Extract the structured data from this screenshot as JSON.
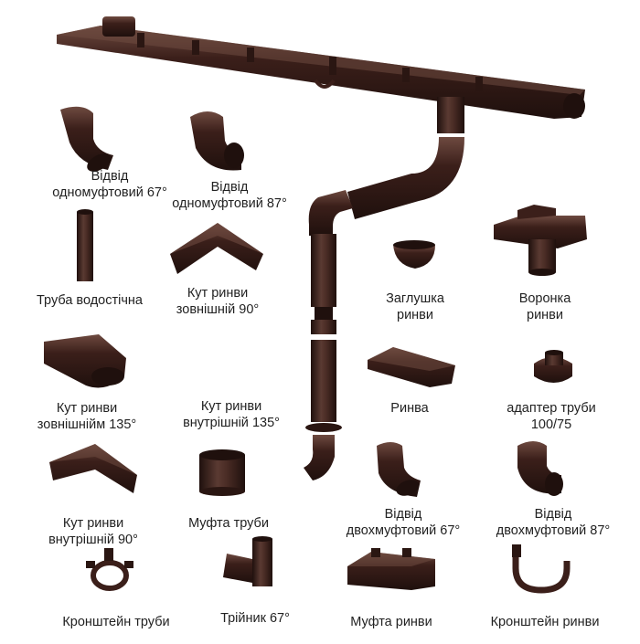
{
  "colors": {
    "pipe": "#3b1f1a",
    "pipe_light": "#6e4a40",
    "pipe_dark": "#1f100d",
    "text": "#222222",
    "background": "#ffffff"
  },
  "parts": [
    {
      "id": "elbow-1socket-67",
      "name": "Відвід\nодномуфтовий 67°"
    },
    {
      "id": "elbow-1socket-87",
      "name": "Відвід\nодномуфтовий 87°"
    },
    {
      "id": "downpipe",
      "name": "Труба водостічна"
    },
    {
      "id": "gutter-outer-90",
      "name": "Кут ринви\nзовнішній 90°"
    },
    {
      "id": "end-cap",
      "name": "Заглушка\nринви"
    },
    {
      "id": "outlet",
      "name": "Воронка\nринви"
    },
    {
      "id": "gutter-outer-135",
      "name": "Кут ринви\nзовнішнійм 135°"
    },
    {
      "id": "gutter-inner-135",
      "name": "Кут ринви\nвнутрішній 135°"
    },
    {
      "id": "gutter",
      "name": "Ринва"
    },
    {
      "id": "pipe-adapter",
      "name": "адаптер труби\n100/75"
    },
    {
      "id": "gutter-inner-90",
      "name": "Кут ринви\nвнутрішній 90°"
    },
    {
      "id": "pipe-coupling",
      "name": "Муфта труби"
    },
    {
      "id": "elbow-2socket-67",
      "name": "Відвід\nдвохмуфтовий 67°"
    },
    {
      "id": "elbow-2socket-87",
      "name": "Відвід\nдвохмуфтовий 87°"
    },
    {
      "id": "pipe-bracket",
      "name": "Кронштейн труби"
    },
    {
      "id": "tee-67",
      "name": "Трійник 67°"
    },
    {
      "id": "gutter-coupling",
      "name": "Муфта ринви"
    },
    {
      "id": "gutter-bracket",
      "name": "Кронштейн ринви"
    }
  ]
}
